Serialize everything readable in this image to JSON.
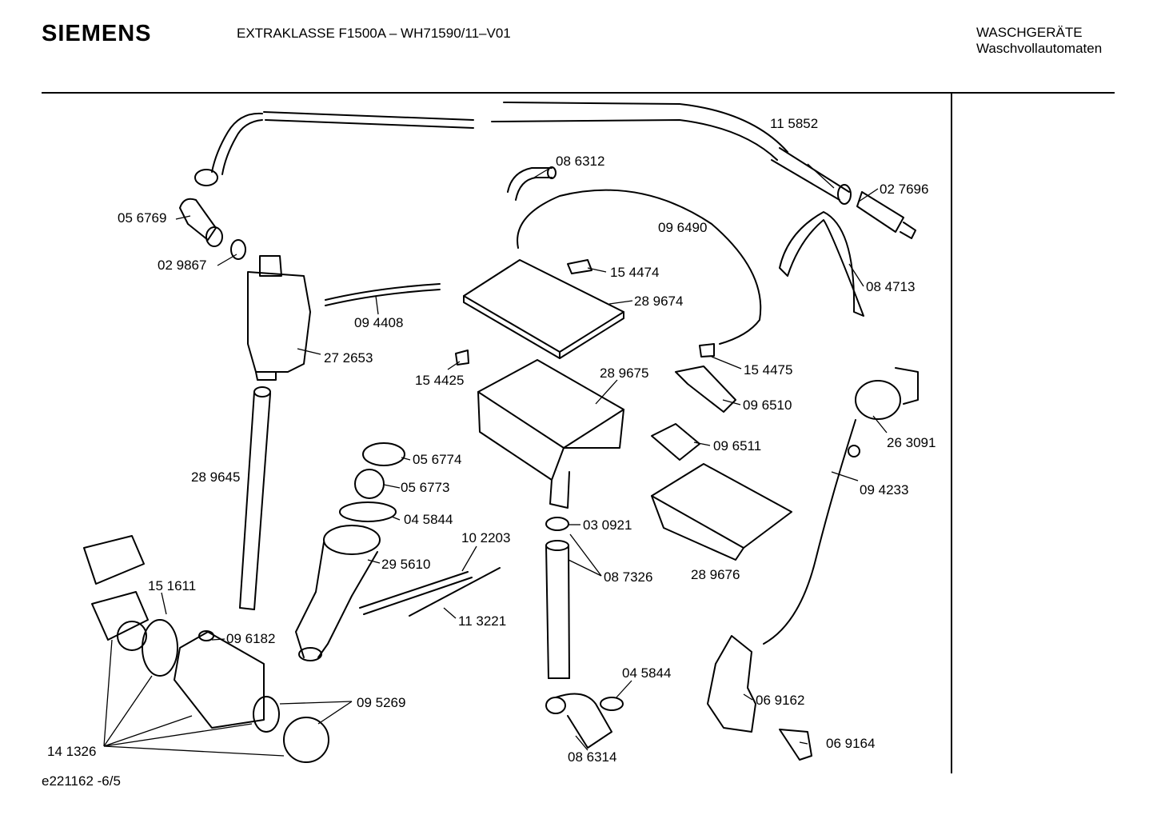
{
  "header": {
    "brand": "SIEMENS",
    "model": "EXTRAKLASSE F1500A – WH71590/11–V01",
    "category": "WASCHGERÄTE",
    "subcategory": "Waschvollautomaten"
  },
  "footer": {
    "drawing_id": "e221162 -6/5"
  },
  "parts": [
    "11 5852",
    "08 6312",
    "02 7696",
    "05 6769",
    "09 6490",
    "02 9867",
    "15 4474",
    "08 4713",
    "28 9674",
    "09 4408",
    "27 2653",
    "15 4475",
    "28 9675",
    "15 4425",
    "09 6510",
    "26 3091",
    "09 6511",
    "05 6774",
    "28 9645",
    "05 6773",
    "09 4233",
    "04 5844",
    "10 2203",
    "03 0921",
    "29 5610",
    "08 7326",
    "28 9676",
    "15 1611",
    "11 3221",
    "09 6182",
    "04 5844",
    "06 9162",
    "09 5269",
    "14 1326",
    "06 9164",
    "08 6314"
  ]
}
